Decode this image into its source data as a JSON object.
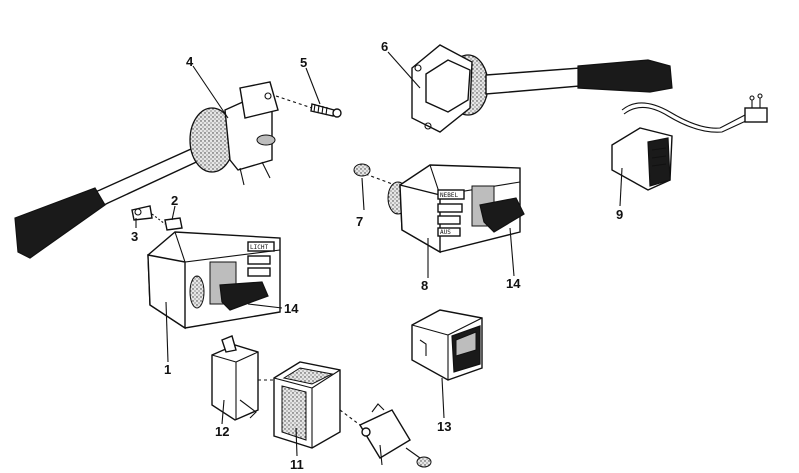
{
  "diagram": {
    "part_numbers": [
      "1",
      "2",
      "3",
      "4",
      "5",
      "6",
      "7",
      "8",
      "9",
      "11",
      "12",
      "13",
      "14",
      "14"
    ],
    "switch_panel_1": {
      "labels": [
        "LICHT",
        "",
        ""
      ]
    },
    "switch_panel_8": {
      "labels": [
        "NEBEL",
        "",
        "",
        "AUS"
      ]
    }
  }
}
